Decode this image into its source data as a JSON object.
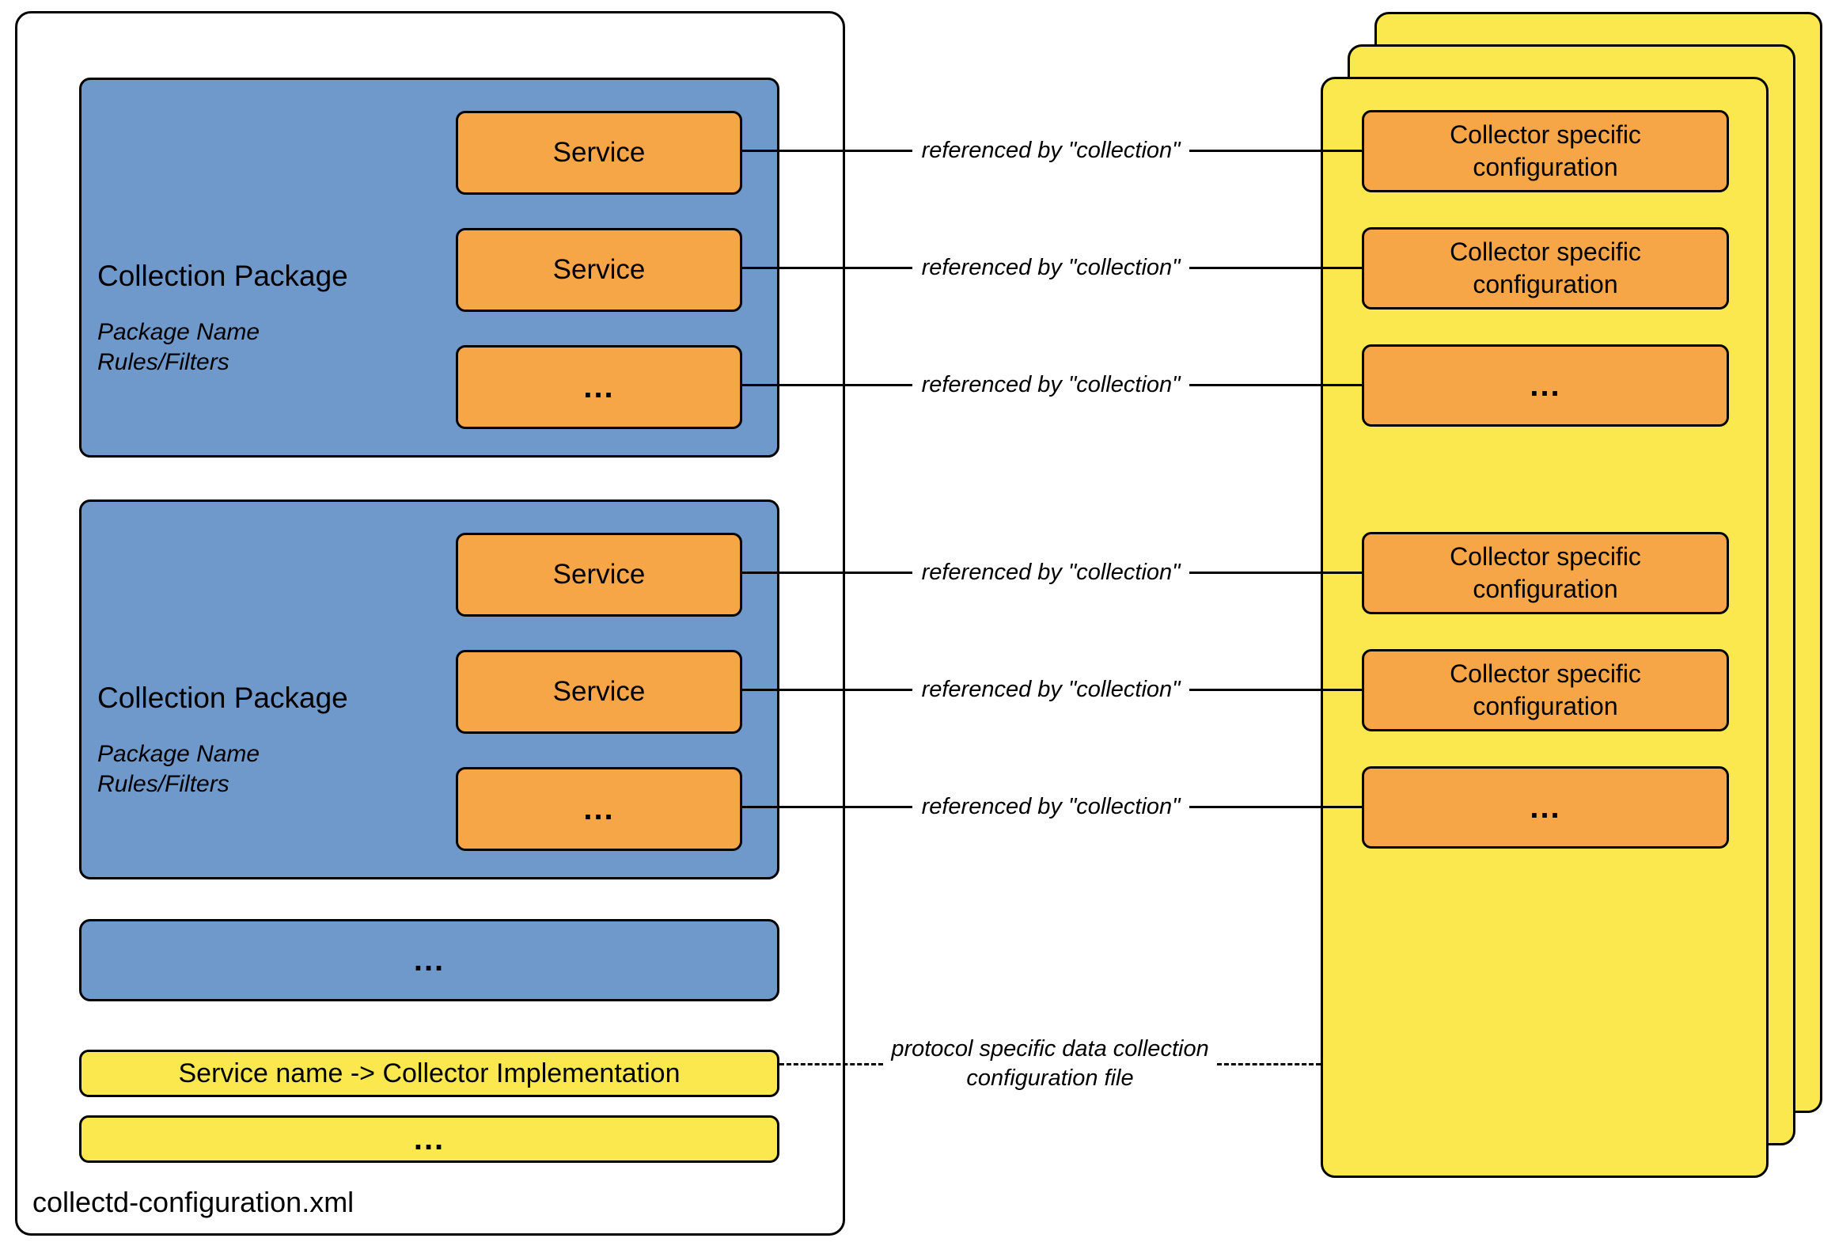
{
  "diagram": {
    "left_file": {
      "name": "collectd-configuration.xml",
      "packages": [
        {
          "title": "Collection Package",
          "meta": [
            "Package Name",
            "Rules/Filters"
          ],
          "services": [
            "Service",
            "Service",
            "..."
          ]
        },
        {
          "title": "Collection Package",
          "meta": [
            "Package Name",
            "Rules/Filters"
          ],
          "services": [
            "Service",
            "Service",
            "..."
          ]
        }
      ],
      "more_packages": "...",
      "mapping": "Service name -> Collector Implementation",
      "more_mappings": "..."
    },
    "right_files": {
      "configs": [
        "Collector specific configuration",
        "Collector specific configuration",
        "...",
        "Collector specific configuration",
        "Collector specific configuration",
        "..."
      ]
    },
    "labels": {
      "reference": "referenced by \"collection\"",
      "dashed_line1": "protocol specific data collection",
      "dashed_line2": "configuration file"
    },
    "colors": {
      "package_blue": "#7099cb",
      "service_orange": "#f6a647",
      "file_yellow": "#fae84e",
      "border": "#000000"
    }
  }
}
